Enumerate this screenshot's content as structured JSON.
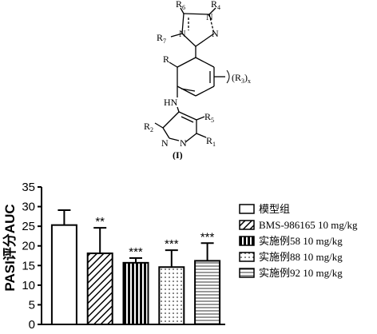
{
  "structure": {
    "r6": "R",
    "r6_sub": "6",
    "r4": "R",
    "r4_sub": "4",
    "n_top": "N",
    "n_mid": "N",
    "r7": "R",
    "r7_sub": "7",
    "r": "R",
    "r3": "(R",
    "r3_sub": "3",
    "r3_close": ")",
    "x": "x",
    "hn": "HN",
    "r2": "R",
    "r2_sub": "2",
    "r5": "R",
    "r5_sub": "5",
    "n1": "N",
    "n2": "N",
    "r1": "R",
    "r1_sub": "1",
    "caption": "(I)"
  },
  "chart_data": {
    "type": "bar",
    "ylabel": "PASI评分AUC",
    "ylim": [
      0,
      35
    ],
    "yticks": [
      0,
      5,
      10,
      15,
      20,
      25,
      30,
      35
    ],
    "categories": [
      "模型组",
      "BMS-986165 10 mg/kg",
      "实施例58 10 mg/kg",
      "实施例88 10 mg/kg",
      "实施例92 10 mg/kg"
    ],
    "values": [
      25.3,
      18.1,
      15.7,
      14.6,
      16.2
    ],
    "errors": [
      3.8,
      6.5,
      1.2,
      4.3,
      4.5
    ],
    "significance": [
      "",
      "**",
      "***",
      "***",
      "***"
    ],
    "fills": [
      "white",
      "diagonal-hatch",
      "vertical-stripes",
      "dots",
      "horizontal-lines"
    ],
    "legend_position": "right"
  }
}
